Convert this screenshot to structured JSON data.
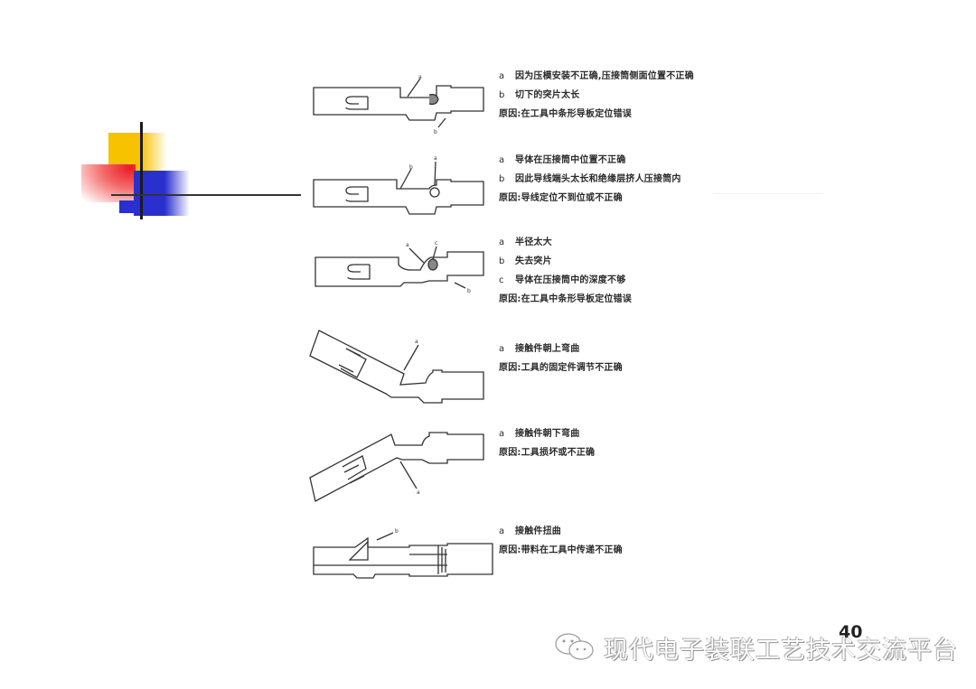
{
  "slide": {
    "page_number": "40",
    "watermark": "现代电子装联工艺技术交流平台",
    "watermark_icon": "wechat-icon",
    "logo_colors": {
      "yellow": "#f7c200",
      "red": "#ea1c24",
      "blue": "#2a2fd0",
      "line": "#1b1b1b"
    }
  },
  "defects": [
    {
      "id": 1,
      "drawing": "terminal-straight",
      "callouts": [
        "a",
        "b"
      ],
      "items": [
        {
          "key": "a",
          "text": "因为压模安装不正确,压接筒侧面位置不正确"
        },
        {
          "key": "b",
          "text": "切下的突片太长"
        },
        {
          "key": "",
          "text": "原因:在工具中条形导板定位错误"
        }
      ]
    },
    {
      "id": 2,
      "drawing": "terminal-straight",
      "callouts": [
        "b",
        "a"
      ],
      "items": [
        {
          "key": "a",
          "text": "导体在压接筒中位置不正确"
        },
        {
          "key": "b",
          "text": "因此导线端头太长和绝缘层挤人压接筒内"
        },
        {
          "key": "",
          "text": "原因:导线定位不到位或不正确"
        }
      ]
    },
    {
      "id": 3,
      "drawing": "terminal-straight",
      "callouts": [
        "a",
        "c",
        "b"
      ],
      "items": [
        {
          "key": "a",
          "text": "半径太大"
        },
        {
          "key": "b",
          "text": "失去突片"
        },
        {
          "key": "c",
          "text": "导体在压接筒中的深度不够"
        },
        {
          "key": "",
          "text": "原因:在工具中条形导板定位错误"
        }
      ]
    },
    {
      "id": 4,
      "drawing": "terminal-bent-up",
      "callouts": [
        "a"
      ],
      "items": [
        {
          "key": "a",
          "text": "接触件朝上弯曲"
        },
        {
          "key": "",
          "text": "原因:工具的固定件调节不正确"
        }
      ]
    },
    {
      "id": 5,
      "drawing": "terminal-bent-down",
      "callouts": [
        "a"
      ],
      "items": [
        {
          "key": "a",
          "text": "接触件朝下弯曲"
        },
        {
          "key": "",
          "text": "原因:工具损坏或不正确"
        }
      ]
    },
    {
      "id": 6,
      "drawing": "terminal-twisted",
      "callouts": [
        "b"
      ],
      "items": [
        {
          "key": "a",
          "text": "接触件扭曲"
        },
        {
          "key": "",
          "text": "原因:带料在工具中传递不正确"
        }
      ]
    }
  ]
}
